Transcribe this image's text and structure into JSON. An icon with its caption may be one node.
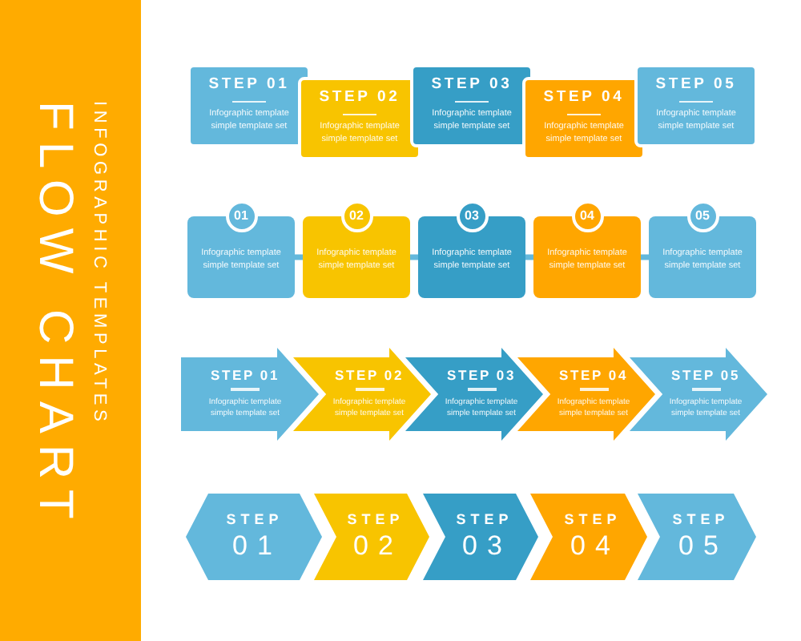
{
  "diagram": {
    "title": "FLOW CHART",
    "nodes": [
      {
        "text": [
          "STEP 01",
          "Infographic template simple template set"
        ]
      },
      {
        "text": [
          "STEP 02",
          "Infographic template simple template set"
        ]
      },
      {
        "text": [
          "STEP 03",
          "Infographic template simple template set"
        ]
      },
      {
        "text": [
          "STEP 04",
          "Infographic template simple template set"
        ]
      },
      {
        "text": [
          "STEP 05",
          "Infographic template simple template set"
        ]
      },
      {
        "text": [
          "01",
          "Infographic template simple template set"
        ]
      },
      {
        "text": [
          "02",
          "Infographic template simple template set"
        ]
      },
      {
        "text": [
          "03",
          "Infographic template simple template set"
        ]
      },
      {
        "text": [
          "04",
          "Infographic template simple template set"
        ]
      },
      {
        "text": [
          "05",
          "Infographic template simple template set"
        ]
      },
      {
        "text": [
          "STEP 01",
          "Infographic template simple template set"
        ]
      },
      {
        "text": [
          "STEP 02",
          "Infographic template simple template set"
        ]
      },
      {
        "text": [
          "STEP 03",
          "Infographic template simple template set"
        ]
      },
      {
        "text": [
          "STEP 04",
          "Infographic template simple template set"
        ]
      },
      {
        "text": [
          "STEP 05",
          "Infographic template simple template set"
        ]
      },
      {
        "text": [
          "STEP",
          "01"
        ]
      },
      {
        "text": [
          "STEP",
          "02"
        ]
      },
      {
        "text": [
          "STEP",
          "03"
        ]
      },
      {
        "text": [
          "STEP",
          "04"
        ]
      },
      {
        "text": [
          "STEP",
          "05"
        ]
      }
    ],
    "edges": [
      {
        "from": 5,
        "to": 6,
        "arrow": "none"
      },
      {
        "from": 6,
        "to": 7,
        "arrow": "none"
      },
      {
        "from": 7,
        "to": 8,
        "arrow": "none"
      },
      {
        "from": 8,
        "to": 9,
        "arrow": "none"
      }
    ],
    "labels": [
      "INFOGRAPHIC TEMPLATES"
    ]
  }
}
